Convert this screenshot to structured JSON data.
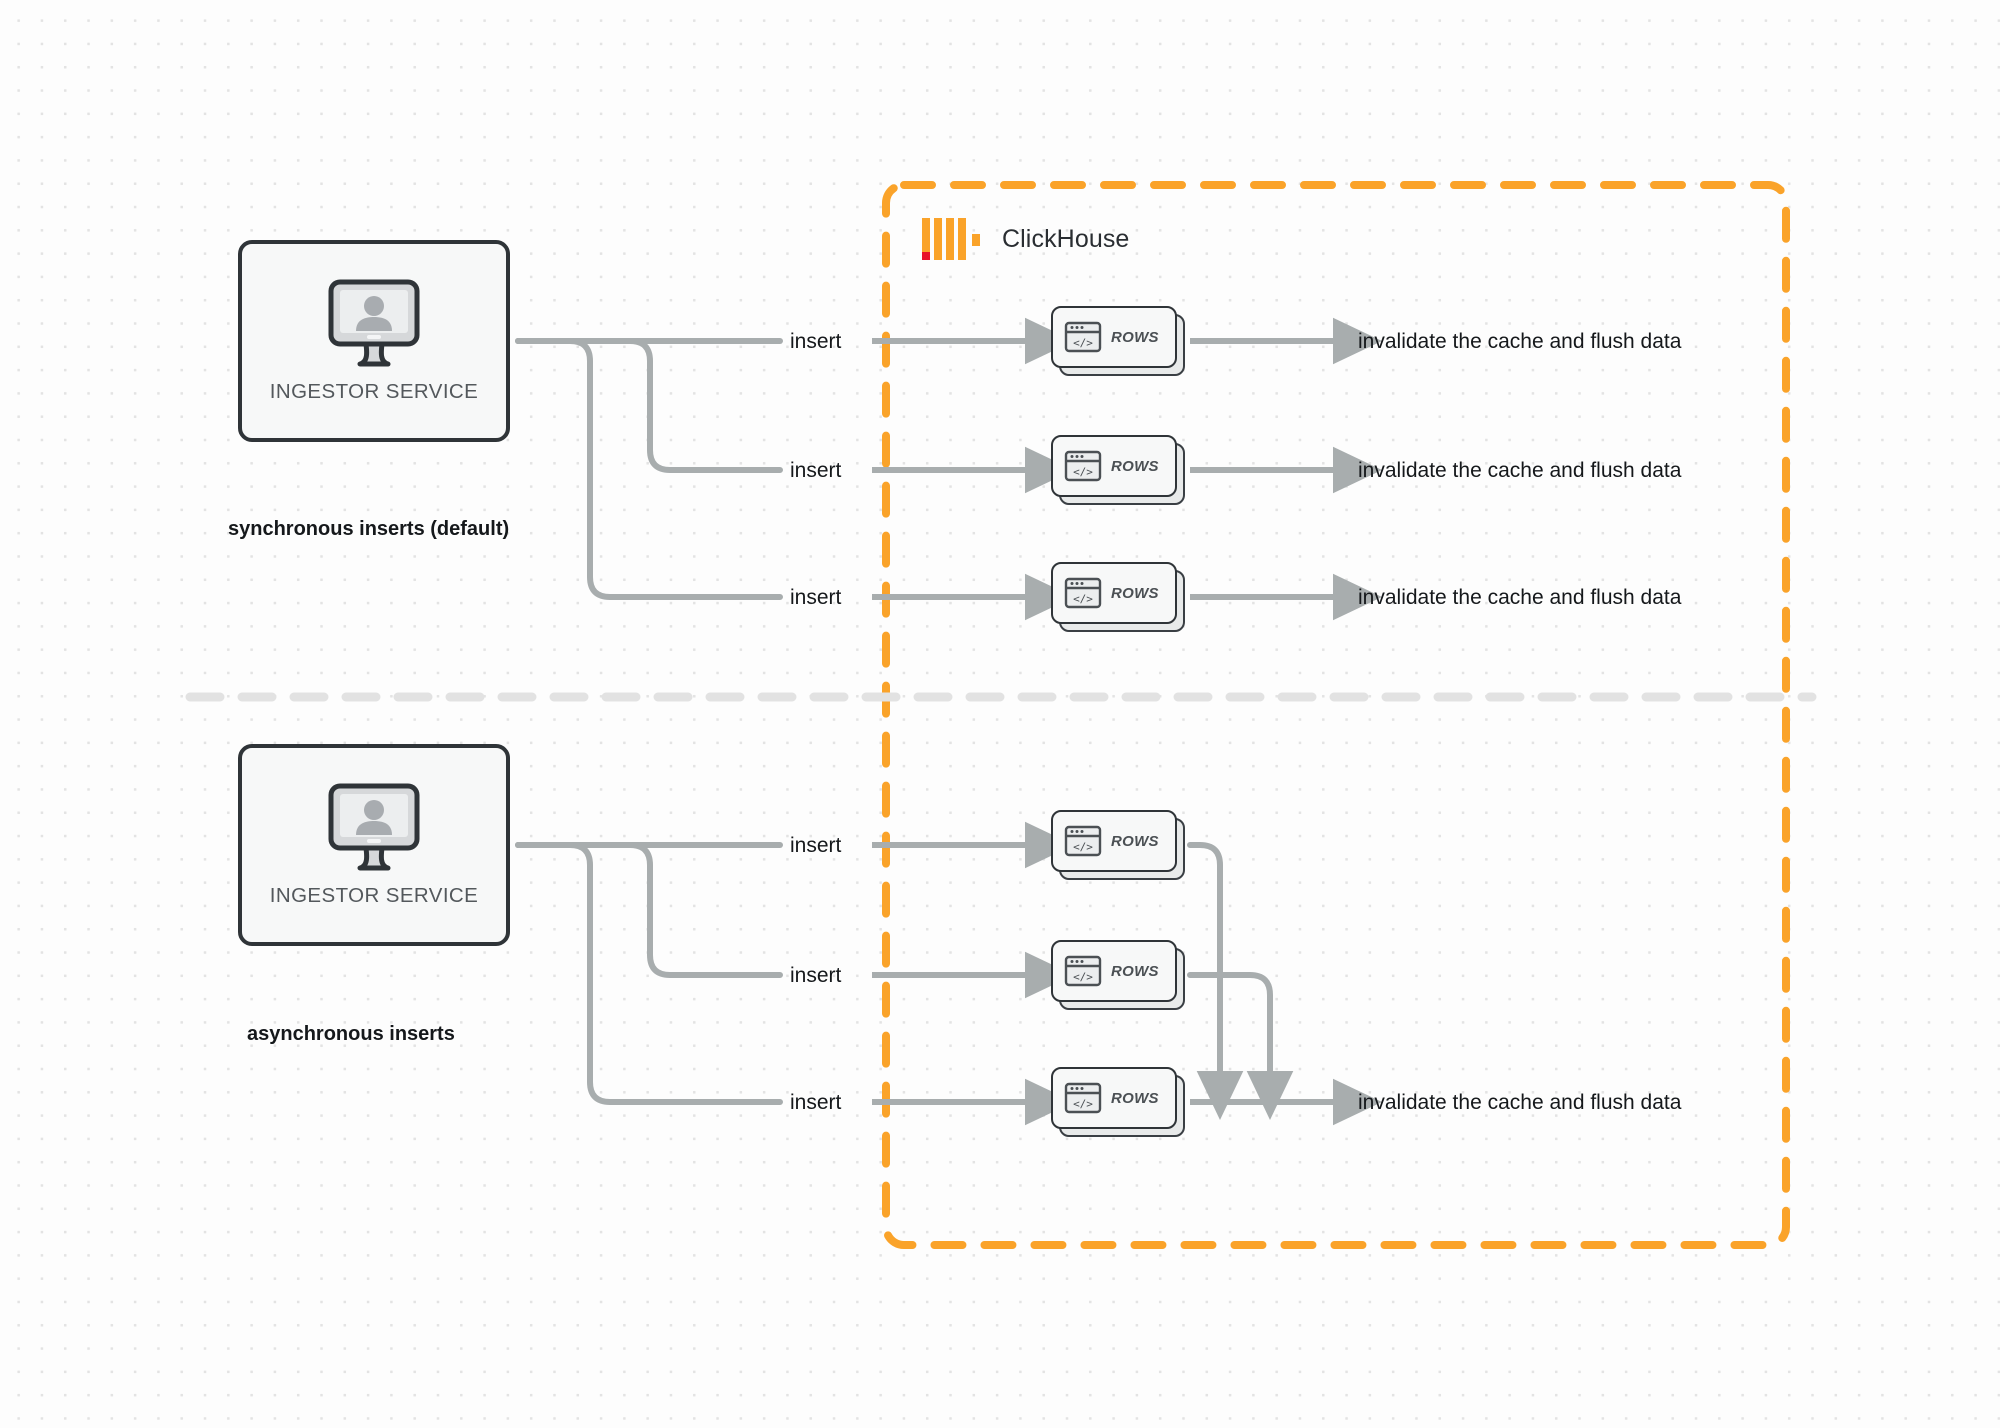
{
  "diagram": {
    "title": "ClickHouse synchronous vs asynchronous inserts",
    "background": "#fdfdfd",
    "dot_color": "#e3e3e3"
  },
  "colors": {
    "clickhouse_orange": "#faa32a",
    "logo_red": "#e8132a",
    "connector_gray": "#a8adae",
    "node_outline": "#2f3438",
    "divider_gray": "#e0e0e0"
  },
  "clickhouse": {
    "brand_name": "ClickHouse",
    "logo_icon": "clickhouse-bars-logo",
    "boundary_style": "dashed"
  },
  "sections": [
    {
      "id": "synchronous",
      "caption": "synchronous inserts (default)",
      "ingestor": {
        "label": "INGESTOR SERVICE",
        "icon": "monitor-user-icon"
      },
      "rows": [
        {
          "insert_label": "insert",
          "node_label": "ROWS",
          "node_icon": "code-window-icon",
          "result_label": "invalidate the cache and flush data"
        },
        {
          "insert_label": "insert",
          "node_label": "ROWS",
          "node_icon": "code-window-icon",
          "result_label": "invalidate the cache and flush data"
        },
        {
          "insert_label": "insert",
          "node_label": "ROWS",
          "node_icon": "code-window-icon",
          "result_label": "invalidate the cache and flush data"
        }
      ]
    },
    {
      "id": "asynchronous",
      "caption": "asynchronous inserts",
      "ingestor": {
        "label": "INGESTOR SERVICE",
        "icon": "monitor-user-icon"
      },
      "rows": [
        {
          "insert_label": "insert",
          "node_label": "ROWS",
          "node_icon": "code-window-icon"
        },
        {
          "insert_label": "insert",
          "node_label": "ROWS",
          "node_icon": "code-window-icon"
        },
        {
          "insert_label": "insert",
          "node_label": "ROWS",
          "node_icon": "code-window-icon"
        }
      ],
      "merged_result_label": "invalidate the cache and flush data"
    }
  ]
}
